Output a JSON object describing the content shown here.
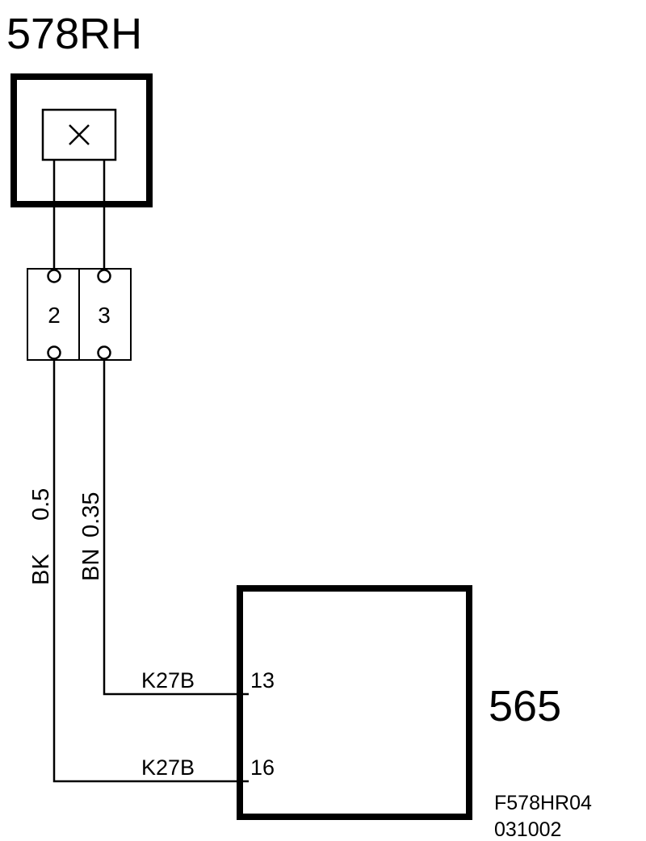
{
  "component_top": {
    "id": "578RH",
    "symbol": "x-icon"
  },
  "connector": {
    "cavities": [
      "2",
      "3"
    ]
  },
  "wires": [
    {
      "color": "BK",
      "size": "0.5"
    },
    {
      "color": "BN",
      "size": "0.35"
    }
  ],
  "component_bottom": {
    "id": "565",
    "pins": [
      {
        "circuit": "K27B",
        "pin": "13"
      },
      {
        "circuit": "K27B",
        "pin": "16"
      }
    ]
  },
  "drawing_ref": {
    "code": "F578HR04",
    "date": "031002"
  },
  "colors": {
    "ink": "#000000",
    "background": "#ffffff"
  }
}
